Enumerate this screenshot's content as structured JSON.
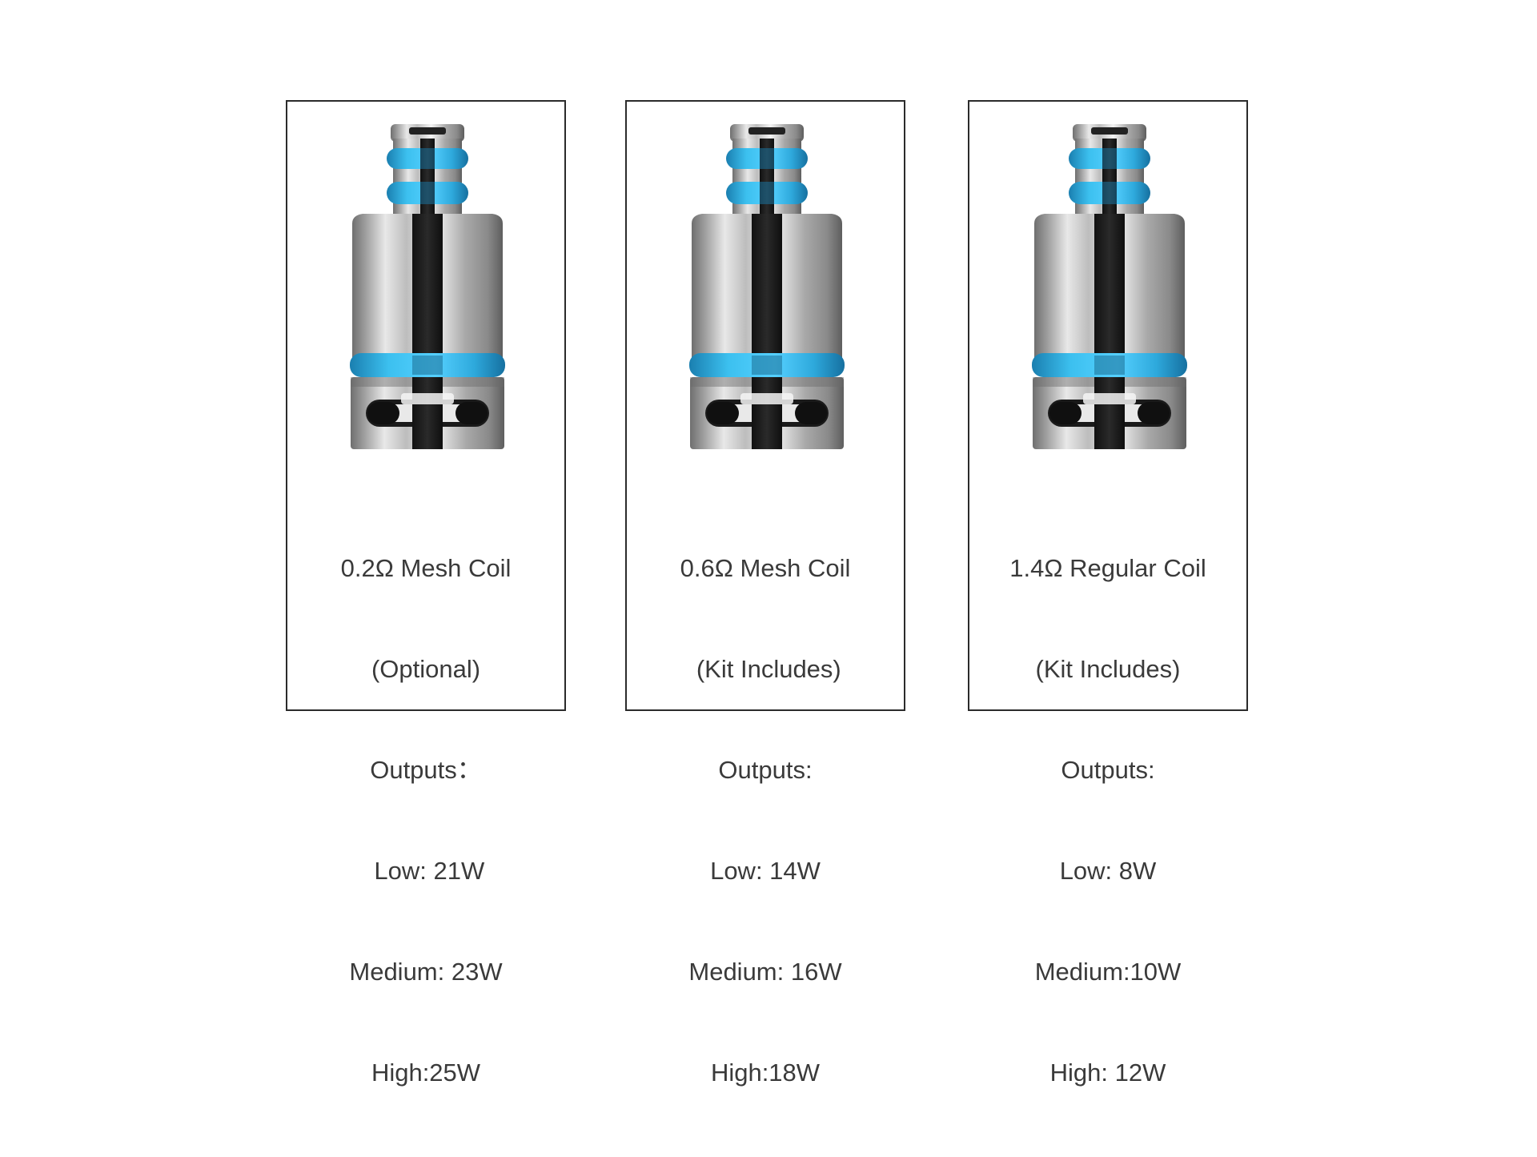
{
  "cards": [
    {
      "title": "0.2Ω Mesh Coil",
      "note": "(Optional)",
      "outputs_label": "Outputs：",
      "low": " Low: 21W",
      "medium": "Medium: 23W",
      "high": "High:25W"
    },
    {
      "title": "0.6Ω Mesh Coil",
      "note": " (Kit Includes)",
      "outputs_label": "Outputs:",
      "low": "Low: 14W",
      "medium": "Medium: 16W",
      "high": "High:18W"
    },
    {
      "title": "1.4Ω Regular Coil",
      "note": "(Kit Includes)",
      "outputs_label": "Outputs:",
      "low": "Low: 8W",
      "medium": "Medium:10W",
      "high": "High: 12W"
    }
  ],
  "colors": {
    "ring_blue": "#2ea9dc",
    "border": "#2b2b2b",
    "text": "#3a3a3a"
  },
  "icons": [
    "coil-image"
  ]
}
